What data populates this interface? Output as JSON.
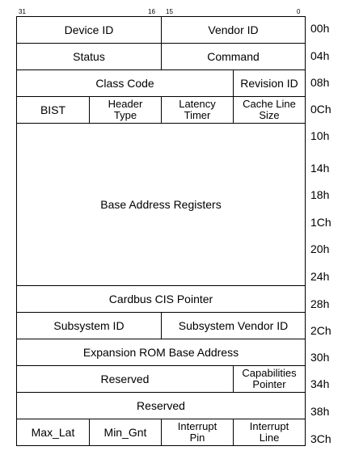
{
  "bit_labels": {
    "b31": "31",
    "b16": "16",
    "b15": "15",
    "b0": "0"
  },
  "rows": [
    [
      "Device ID",
      "Vendor ID"
    ],
    [
      "Status",
      "Command"
    ],
    [
      "Class Code",
      "Revision ID"
    ],
    [
      "BIST",
      "Header\nType",
      "Latency\nTimer",
      "Cache Line\nSize"
    ],
    [
      "Base Address Registers"
    ],
    [
      "Cardbus CIS Pointer"
    ],
    [
      "Subsystem ID",
      "Subsystem Vendor ID"
    ],
    [
      "Expansion ROM Base Address"
    ],
    [
      "Reserved",
      "Capabilities\nPointer"
    ],
    [
      "Reserved"
    ],
    [
      "Max_Lat",
      "Min_Gnt",
      "Interrupt\nPin",
      "Interrupt\nLine"
    ]
  ],
  "offsets": [
    "00h",
    "04h",
    "08h",
    "0Ch",
    "10h",
    "14h",
    "18h",
    "1Ch",
    "20h",
    "24h",
    "28h",
    "2Ch",
    "30h",
    "34h",
    "38h",
    "3Ch"
  ]
}
